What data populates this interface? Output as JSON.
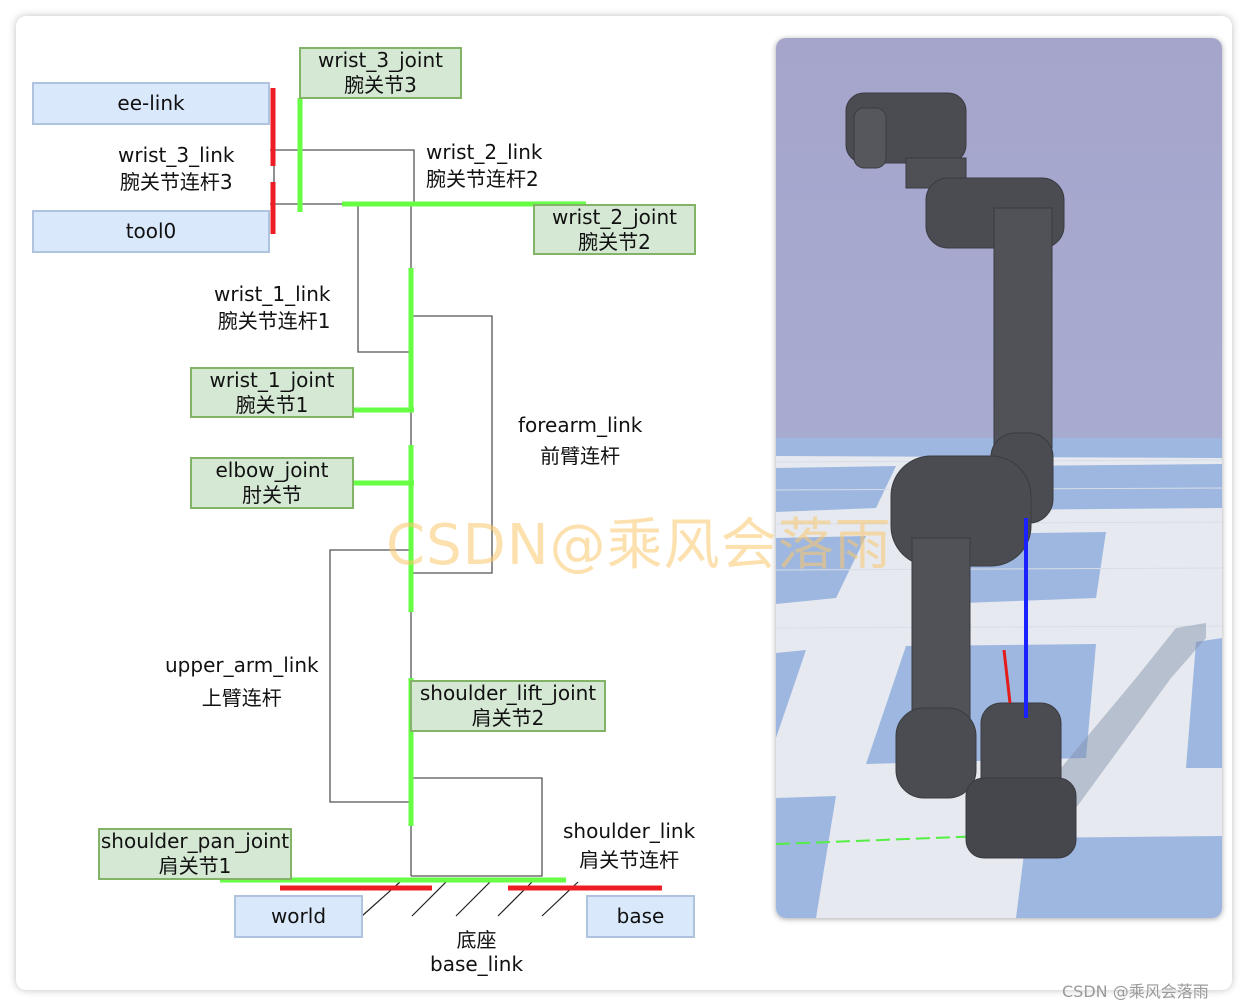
{
  "diagram": {
    "joints": {
      "wrist_3_joint": {
        "name": "wrist_3_joint",
        "cn": "腕关节3"
      },
      "wrist_2_joint": {
        "name": "wrist_2_joint",
        "cn": "腕关节2"
      },
      "wrist_1_joint": {
        "name": "wrist_1_joint",
        "cn": "腕关节1"
      },
      "elbow_joint": {
        "name": "elbow_joint",
        "cn": "肘关节"
      },
      "shoulder_lift_joint": {
        "name": "shoulder_lift_joint",
        "cn": "肩关节2"
      },
      "shoulder_pan_joint": {
        "name": "shoulder_pan_joint",
        "cn": "肩关节1"
      }
    },
    "frames": {
      "ee_link": "ee-link",
      "tool0": "tool0",
      "world": "world",
      "base": "base"
    },
    "links": {
      "wrist_3_link": {
        "name": "wrist_3_link",
        "cn": "腕关节连杆3"
      },
      "wrist_2_link": {
        "name": "wrist_2_link",
        "cn": "腕关节连杆2"
      },
      "wrist_1_link": {
        "name": "wrist_1_link",
        "cn": "腕关节连杆1"
      },
      "forearm_link": {
        "name": "forearm_link",
        "cn": "前臂连杆"
      },
      "upper_arm_link": {
        "name": "upper_arm_link",
        "cn": "上臂连杆"
      },
      "shoulder_link": {
        "name": "shoulder_link",
        "cn": "肩关节连杆"
      },
      "base_link": {
        "name": "base_link",
        "cn": "底座"
      }
    },
    "colors": {
      "joint_bar": "#66ff44",
      "frame_bar": "#ee1c25",
      "link_line": "#555555"
    }
  },
  "watermark": {
    "center": "CSDN@乘风会落雨",
    "corner": "CSDN @乘风会落雨"
  }
}
